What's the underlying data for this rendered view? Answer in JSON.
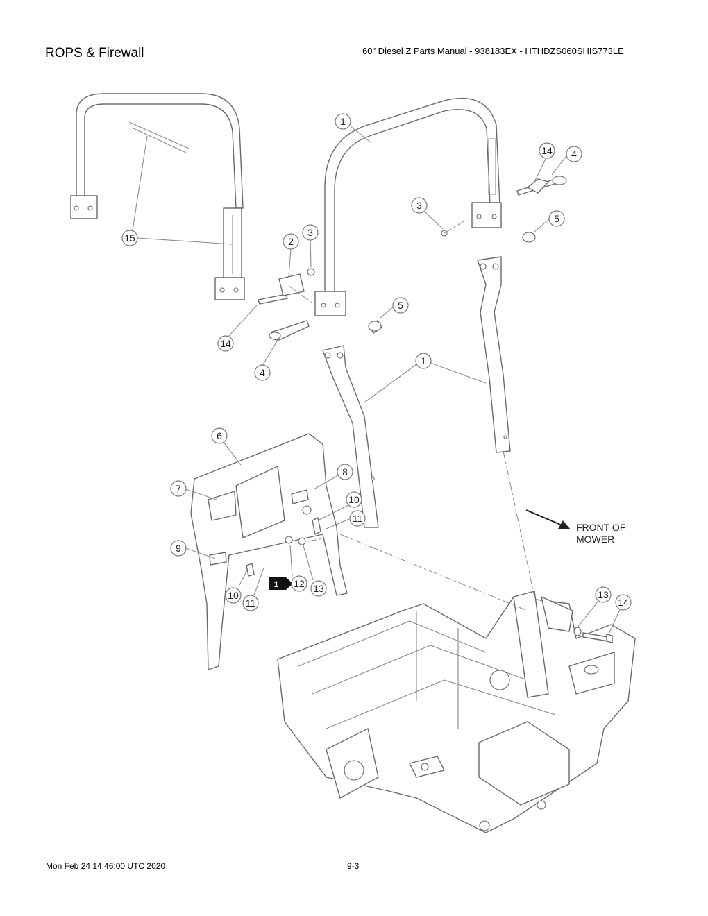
{
  "header": {
    "title": "ROPS & Firewall",
    "manual": "60\" Diesel Z Parts Manual - 938183EX - HTHDZS060SHIS773LE"
  },
  "footer": {
    "date": "Mon Feb 24 14:46:00 UTC 2020",
    "page": "9-3"
  },
  "diagram": {
    "note_line1": "FRONT OF",
    "note_line2": "MOWER",
    "tag_label": "1",
    "callouts": {
      "c1a": "1",
      "c1b": "1",
      "c2": "2",
      "c3a": "3",
      "c3b": "3",
      "c4a": "4",
      "c4b": "4",
      "c5a": "5",
      "c5b": "5",
      "c6": "6",
      "c7": "7",
      "c8": "8",
      "c9": "9",
      "c10a": "10",
      "c10b": "10",
      "c11a": "11",
      "c11b": "11",
      "c12": "12",
      "c13a": "13",
      "c13b": "13",
      "c14a": "14",
      "c14b": "14",
      "c14c": "14",
      "c15": "15"
    }
  }
}
